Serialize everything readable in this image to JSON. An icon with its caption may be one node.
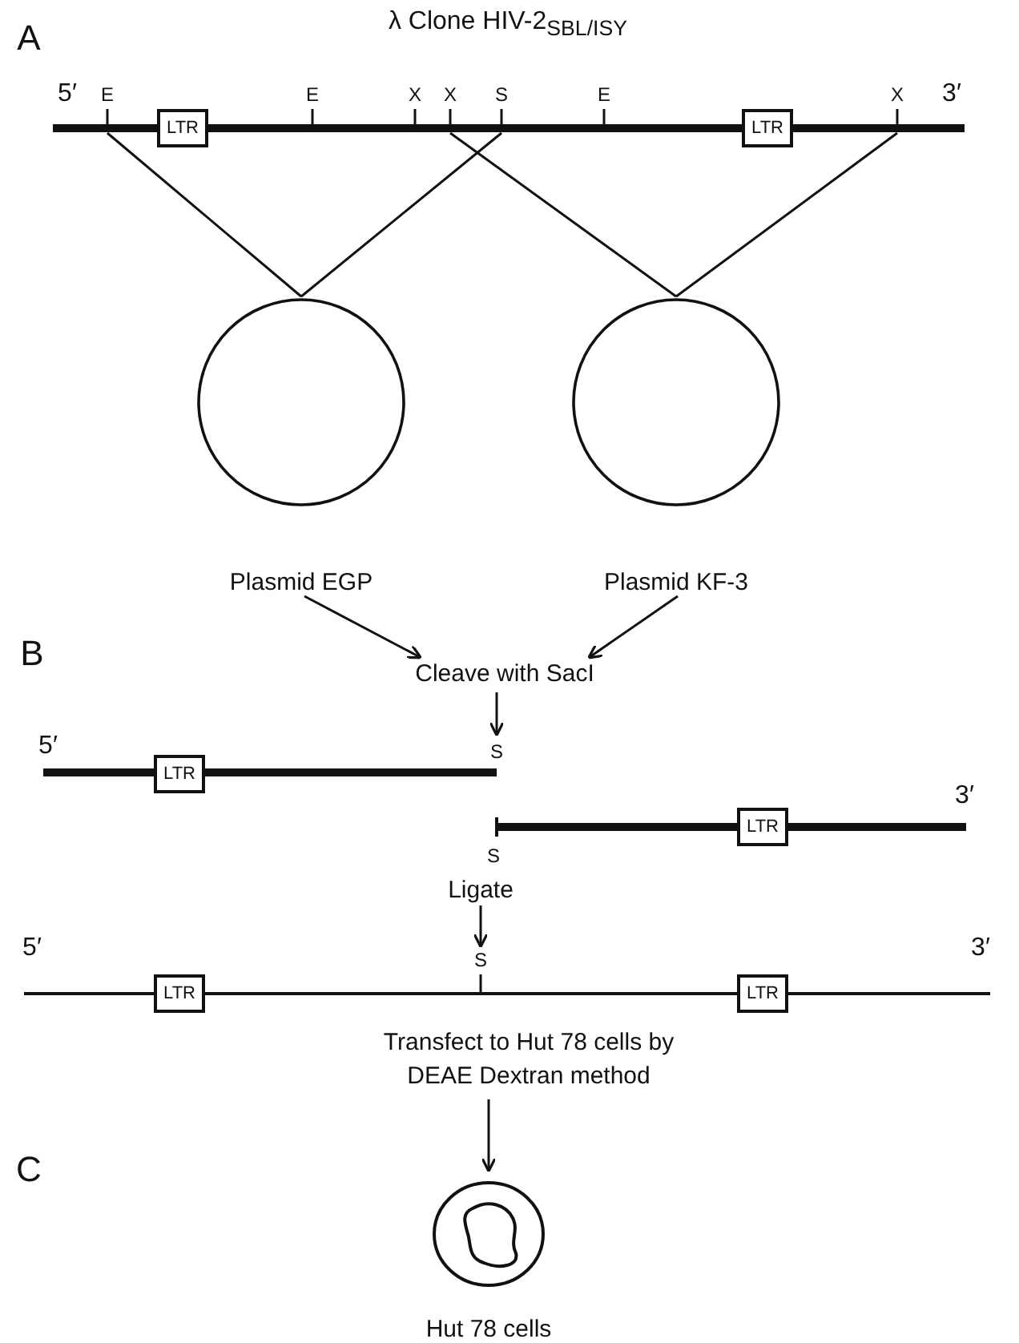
{
  "diagram": {
    "nodes": [
      {
        "text": [
          "λ Clone HIV-2$_{SBL/ISY}$"
        ]
      },
      {
        "text": [
          "LTR"
        ],
        "in": 0
      },
      {
        "text": [
          "LTR"
        ],
        "in": 0
      },
      {
        "text": [
          "Plasmid EGP"
        ]
      },
      {
        "text": [
          "Plasmid KF-3"
        ]
      },
      {
        "text": [
          "Cleave with SacI"
        ]
      },
      {
        "text": [],
        "shape": "bar"
      },
      {
        "text": [
          "LTR"
        ],
        "in": 6
      },
      {
        "text": [],
        "shape": "bar"
      },
      {
        "text": [
          "LTR"
        ],
        "in": 8
      },
      {
        "text": [
          "Ligate"
        ]
      },
      {
        "text": [],
        "shape": "bar"
      },
      {
        "text": [
          "LTR"
        ],
        "in": 11
      },
      {
        "text": [
          "LTR"
        ],
        "in": 11
      },
      {
        "text": [
          "Transfect to Hut 78 cells by DEAE Dextran method"
        ]
      },
      {
        "text": [
          "Hut 78 cells"
        ]
      }
    ],
    "edges": [
      {
        "from": 0,
        "to": 3,
        "arrow": "none"
      },
      {
        "from": 0,
        "to": 3,
        "arrow": "none"
      },
      {
        "from": 0,
        "to": 4,
        "arrow": "none"
      },
      {
        "from": 0,
        "to": 4,
        "arrow": "none"
      },
      {
        "from": 3,
        "to": 5,
        "arrow": "to"
      },
      {
        "from": 4,
        "to": 5,
        "arrow": "to"
      },
      {
        "from": 5,
        "to": 6,
        "arrow": "to"
      },
      {
        "from": 10,
        "to": 11,
        "arrow": "to"
      },
      {
        "from": 14,
        "to": 15,
        "arrow": "to"
      }
    ],
    "labels": [
      "A",
      "5′",
      "E",
      "E",
      "X",
      "X",
      "S",
      "E",
      "X",
      "3′",
      "B",
      "5′",
      "S",
      "3′",
      "S",
      "5′",
      "S",
      "3′",
      "C"
    ]
  }
}
